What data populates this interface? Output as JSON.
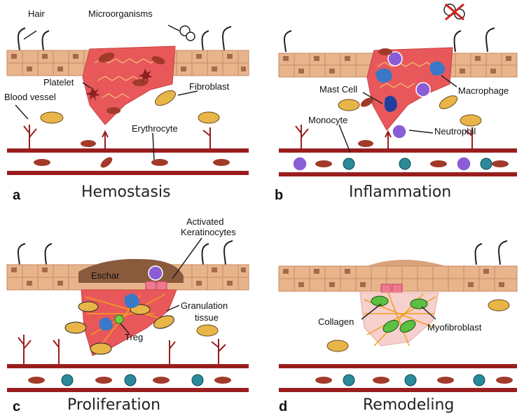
{
  "panels": [
    {
      "letter": "a",
      "stage": "Hemostasis",
      "labels": {
        "hair": "Hair",
        "microorganisms": "Microorganisms",
        "platelet": "Platelet",
        "fibroblast": "Fibroblast",
        "blood_vessel": "Blood vessel",
        "erythrocyte": "Erythrocyte"
      }
    },
    {
      "letter": "b",
      "stage": "Inflammation",
      "labels": {
        "mast_cell": "Mast Cell",
        "macrophage": "Macrophage",
        "monocyte": "Monocyte",
        "neutrophil": "Neutrophil"
      }
    },
    {
      "letter": "c",
      "stage": "Proliferation",
      "labels": {
        "activated_keratinocytes_1": "Activated",
        "activated_keratinocytes_2": "Keratinocytes",
        "eschar": "Eschar",
        "granulation_1": "Granulation",
        "granulation_2": "tissue",
        "treg": "Treg"
      }
    },
    {
      "letter": "d",
      "stage": "Remodeling",
      "labels": {
        "collagen": "Collagen",
        "myofibroblast": "Myofibroblast"
      }
    }
  ],
  "colors": {
    "skin": "#e8b48c",
    "skin_border": "#c98a62",
    "skin_spot": "#a56a4a",
    "wound": "#e8585a",
    "vessel": "#9a1d1d",
    "erythrocyte": "#a23a2a",
    "fibroblast": "#e8b548",
    "neutrophil": "#8a5cd6",
    "macrophage": "#3a78c8",
    "monocyte": "#2a8a9a",
    "eschar": "#8a5a3c",
    "keratinocyte": "#f07890",
    "collagen": "#f0a020",
    "myofibroblast": "#5cc040",
    "treg": "#6cd040"
  }
}
